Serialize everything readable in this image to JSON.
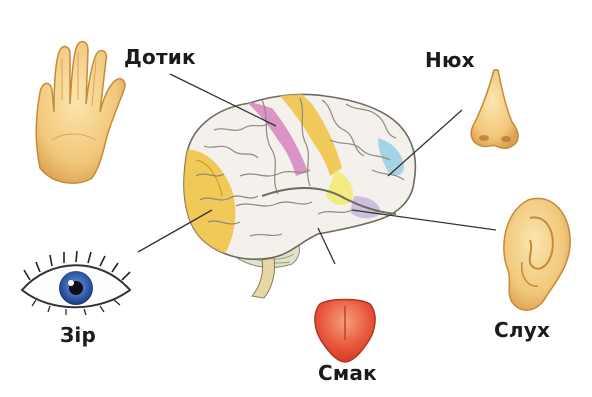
{
  "labels": {
    "touch": "Дотик",
    "smell": "Нюх",
    "sight": "Зір",
    "taste": "Смак",
    "hearing": "Слух"
  },
  "colors": {
    "background": "#ffffff",
    "brain_cortex": "#f4f1ec",
    "sulcus_lines": "#9a9488",
    "touch_area": "#d88ac2",
    "sight_area": "#f0c240",
    "taste_area": "#f2ea7a",
    "smell_area": "#9fd1e6",
    "hearing_area": "#c9b9dc",
    "skin": "#f3cf86",
    "tongue": "#e8553a",
    "iris": "#2f5aa8",
    "connector_lines": "#333333"
  }
}
